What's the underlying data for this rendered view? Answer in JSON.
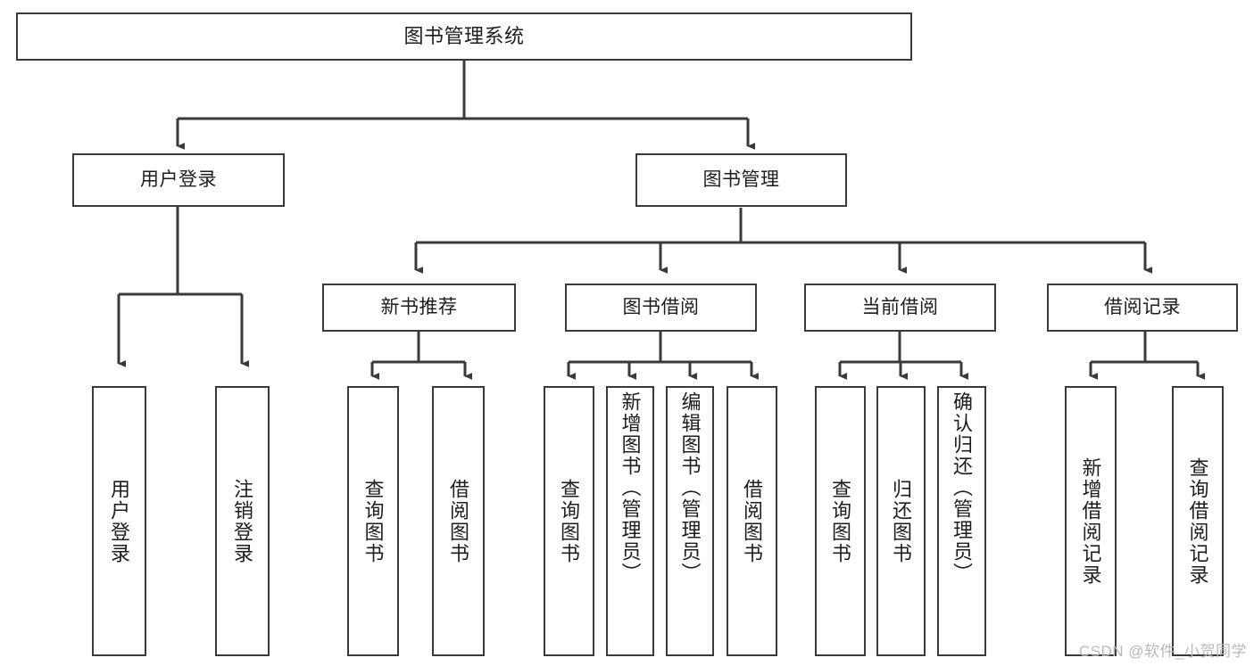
{
  "diagram": {
    "title": "图书管理系统",
    "watermark": "CSDN @软件_小贺同学",
    "line_color": "#3a3a3a",
    "box_border_color": "#3a3a3a",
    "box_fill_color": "#ffffff",
    "background_color": "#ffffff",
    "type": "tree-hierarchy-chart",
    "levels": 4
  },
  "nodes": {
    "root": {
      "label": "图书管理系统"
    },
    "level1": [
      {
        "id": "user-login",
        "label": "用户登录"
      },
      {
        "id": "book-management",
        "label": "图书管理"
      }
    ],
    "level2": [
      {
        "id": "new-book-recommend",
        "label": "新书推荐",
        "parent": "book-management"
      },
      {
        "id": "book-borrow",
        "label": "图书借阅",
        "parent": "book-management"
      },
      {
        "id": "current-borrow",
        "label": "当前借阅",
        "parent": "book-management"
      },
      {
        "id": "borrow-record",
        "label": "借阅记录",
        "parent": "book-management"
      }
    ],
    "level3": [
      {
        "id": "leaf-user-login",
        "label": "用户登录",
        "parent": "user-login"
      },
      {
        "id": "leaf-user-logout",
        "label": "注销登录",
        "parent": "user-login"
      },
      {
        "id": "leaf-query-book-1",
        "label": "查询图书",
        "parent": "new-book-recommend"
      },
      {
        "id": "leaf-borrow-book-1",
        "label": "借阅图书",
        "parent": "new-book-recommend"
      },
      {
        "id": "leaf-query-book-2",
        "label": "查询图书",
        "parent": "book-borrow"
      },
      {
        "id": "leaf-add-book",
        "label": "新增图书（管理员）",
        "parent": "book-borrow"
      },
      {
        "id": "leaf-edit-book",
        "label": "编辑图书（管理员）",
        "parent": "book-borrow"
      },
      {
        "id": "leaf-borrow-book-2",
        "label": "借阅图书",
        "parent": "book-borrow"
      },
      {
        "id": "leaf-query-book-3",
        "label": "查询图书",
        "parent": "current-borrow"
      },
      {
        "id": "leaf-return-book",
        "label": "归还图书",
        "parent": "current-borrow"
      },
      {
        "id": "leaf-confirm-return",
        "label": "确认归还（管理员）",
        "parent": "current-borrow"
      },
      {
        "id": "leaf-add-record",
        "label": "新增借阅记录",
        "parent": "borrow-record"
      },
      {
        "id": "leaf-query-record",
        "label": "查询借阅记录",
        "parent": "borrow-record"
      }
    ]
  }
}
